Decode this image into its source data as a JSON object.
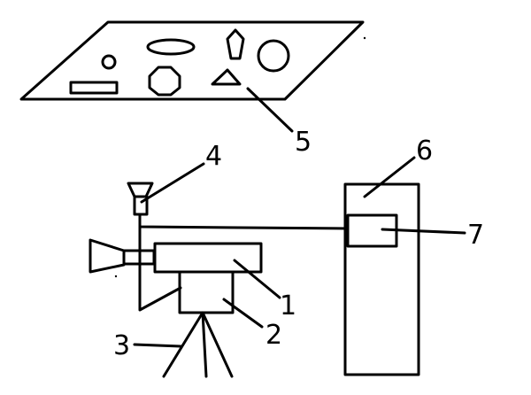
{
  "labels": {
    "camera": "1",
    "pan_tilt_head": "2",
    "tripod": "3",
    "light_source": "4",
    "object_board": "5",
    "computer": "6",
    "capture_card": "7"
  }
}
